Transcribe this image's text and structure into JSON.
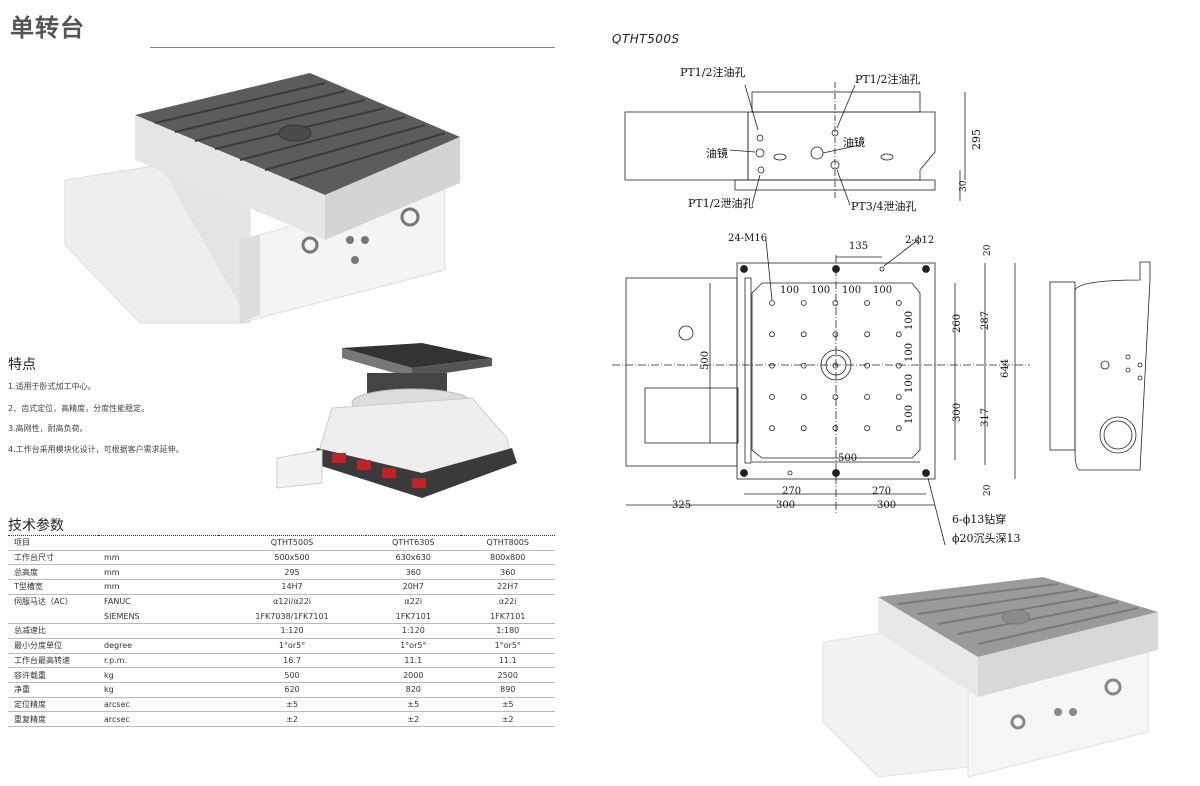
{
  "title": "单转台",
  "features": {
    "heading": "特点",
    "items": [
      "1.适用于卧式加工中心。",
      "2、齿式定位，高精度，分度性能稳定。",
      "3.高刚性，耐高负荷。",
      "4.工作台采用模块化设计，可根据客户需求延伸。"
    ]
  },
  "specs": {
    "heading": "技术参数",
    "header": [
      "项目",
      "",
      "QTHT500S",
      "QTHT630S",
      "QTHT800S"
    ],
    "rows": [
      [
        "工作台尺寸",
        "mm",
        "500x500",
        "630x630",
        "800x800"
      ],
      [
        "总高度",
        "mm",
        "295",
        "360",
        "360"
      ],
      [
        "T型槽宽",
        "mm",
        "14H7",
        "20H7",
        "22H7"
      ],
      [
        "伺服马达（AC）",
        "FANUC",
        "α12i/α22i",
        "α22i",
        "α22i"
      ],
      [
        "",
        "SIEMENS",
        "1FK7038/1FK7101",
        "1FK7101",
        "1FK7101"
      ],
      [
        "总减速比",
        "",
        "1:120",
        "1:120",
        "1:180"
      ],
      [
        "最小分度单位",
        "degree",
        "1°or5°",
        "1°or5°",
        "1°or5°"
      ],
      [
        "工作台最高转速",
        "r.p.m.",
        "16.7",
        "11.1",
        "11.1"
      ],
      [
        "容许载重",
        "kg",
        "500",
        "2000",
        "2500"
      ],
      [
        "净重",
        "kg",
        "620",
        "820",
        "890"
      ],
      [
        "定位精度",
        "arcsec",
        "±5",
        "±5",
        "±5"
      ],
      [
        "重复精度",
        "arcsec",
        "±2",
        "±2",
        "±2"
      ]
    ]
  },
  "drawing": {
    "model": "QTHT500S",
    "side": {
      "fill1": "PT1/2注油孔",
      "fill2": "PT1/2注油孔",
      "mirror1": "油镜",
      "mirror2": "油镜",
      "drain1": "PT1/2泄油孔",
      "drain2": "PT3/4泄油孔",
      "h295": "295",
      "h30": "30"
    },
    "top": {
      "m16": "24-M16",
      "d135": "135",
      "phi12": "2-ϕ12",
      "d100": "100",
      "d500v": "500",
      "d500h": "500",
      "d260": "260",
      "d287": "287",
      "d300v": "300",
      "d317": "317",
      "d644": "644",
      "d20a": "20",
      "d20b": "20",
      "d270": "270",
      "d300": "300",
      "d325": "325",
      "hole1": "6-ϕ13钻穿",
      "hole2": "ϕ20沉头深13"
    }
  }
}
